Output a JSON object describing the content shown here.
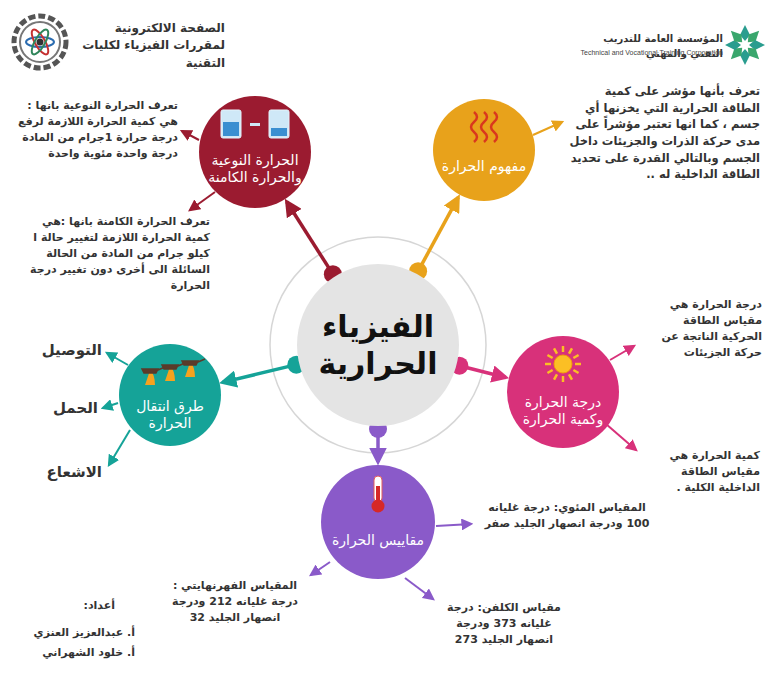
{
  "diagram": {
    "nodes": [
      {
        "text": [
          "الفيزياء الحرارية"
        ]
      },
      {
        "text": [
          "مفهوم الحرارة"
        ]
      },
      {
        "text": [
          "الحرارة النوعية والحرارة الكامنة"
        ]
      },
      {
        "text": [
          "طرق انتقال الحرارة"
        ]
      },
      {
        "text": [
          "مقاييس الحرارة"
        ]
      },
      {
        "text": [
          "درجة الحرارة وكمية الحرارة"
        ]
      }
    ],
    "edges": [
      {
        "from": 0,
        "to": 1,
        "arrow": "to"
      },
      {
        "from": 0,
        "to": 2,
        "arrow": "to"
      },
      {
        "from": 0,
        "to": 3,
        "arrow": "to"
      },
      {
        "from": 0,
        "to": 4,
        "arrow": "to"
      },
      {
        "from": 0,
        "to": 5,
        "arrow": "to"
      }
    ],
    "labels": [
      "الصفحة الالكترونية لمقررات الفيزياء لكليات التقنية",
      "المؤسسة العامة للتدريب التقني والمهني",
      "Technical and Vocational Training Corporation",
      "تعرف بأنها مؤشر على كمية الطاقة الحرارية التي يخزنها أي جسم ، كما انها تعتبر مؤشراً على مدى حركة الذرات والجزيئات داخل الجسم وبالتالي القدرة على تحديد الطاقة الداخلية له ..",
      "تعرف الحرارة النوعية بانها : هي كمية الحرارة اللازمة لرفع درجة حرارة 1جرام من المادة درجة واحدة مئوية واحدة",
      "تعرف الحرارة الكامنة بانها :هي كمية الحرارة اللازمة لتغيير حالة ا كيلو جرام من المادة من الحالة السائلة الى أخرى دون تغيير درجة الحرارة",
      "درجة الحرارة هي مقياس الطاقة الحركية الناتجة عن حركة الجزيئات",
      "كمية الحرارة هي مقياس الطاقة الداخلية الكلية .",
      "التوصيل",
      "الحمل",
      "الاشعاع",
      "المقياس المئوي: درجة غليانه 100 ودرجة انصهار الجليد صفر",
      "المقياس الفهرنهايتي : درجة غليانه 212 ودرجة انصهار الجليد 32",
      "مقياس الكلفن: درجة غليانه 373 ودرجة انصهار الجليد 273",
      "أعداد:",
      "أ. عبدالعزيز العنزي",
      "أ. خلود الشهراني"
    ]
  }
}
